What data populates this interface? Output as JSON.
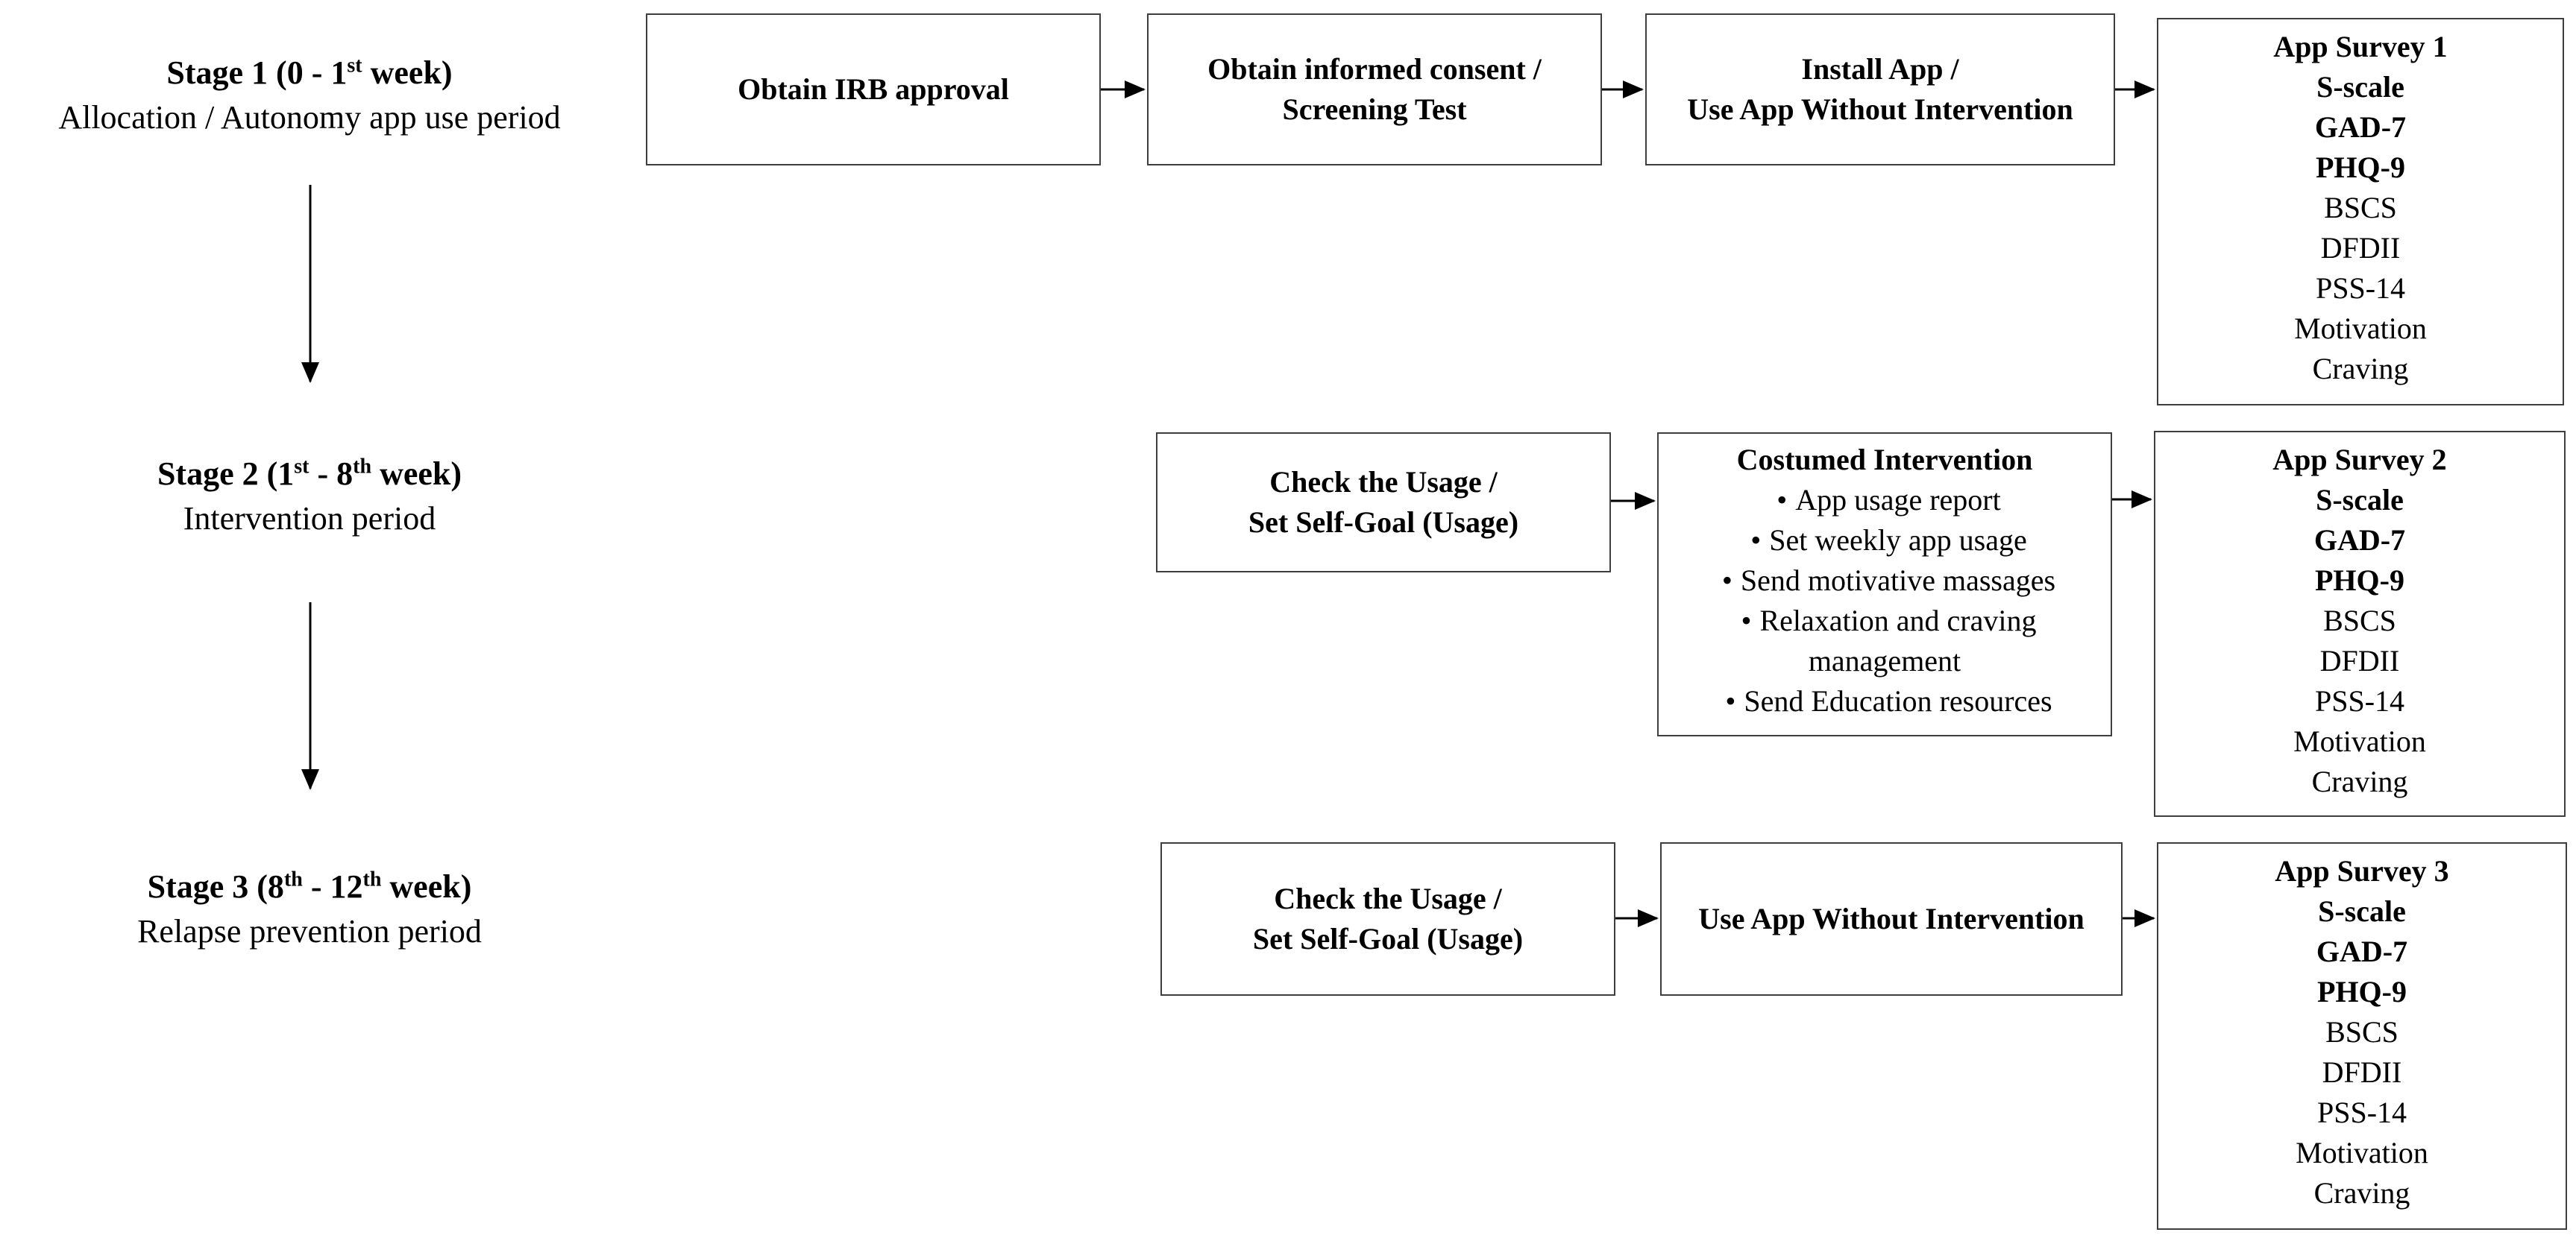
{
  "stages": [
    {
      "title_pre": "Stage 1 (0 - 1",
      "title_sup": "st",
      "title_post": " week)",
      "subtitle": "Allocation / Autonomy app use period"
    },
    {
      "title_pre": "Stage 2 (1",
      "title_sup": "st",
      "title_mid": " - 8",
      "title_sup2": "th",
      "title_post": " week)",
      "subtitle": "Intervention period"
    },
    {
      "title_pre": "Stage 3 (8",
      "title_sup": "th",
      "title_mid": " - 12",
      "title_sup2": "th",
      "title_post": " week)",
      "subtitle": "Relapse prevention period"
    }
  ],
  "row1": {
    "irb": "Obtain IRB approval",
    "consent_line1": "Obtain informed consent /",
    "consent_line2": "Screening Test",
    "install_line1": "Install App /",
    "install_line2": "Use App Without  Intervention"
  },
  "row2": {
    "check_line1": "Check the Usage /",
    "check_line2": "Set Self-Goal (Usage)",
    "intervention_title": "Costumed Intervention",
    "intervention_items": [
      "App usage report",
      "Set weekly app usage",
      "Send motivative massages",
      "Relaxation and craving",
      "management",
      "Send Education resources"
    ]
  },
  "row3": {
    "check_line1": "Check the Usage /",
    "check_line2": "Set Self-Goal (Usage)",
    "use_app": "Use App Without Intervention"
  },
  "surveys": [
    {
      "title": "App Survey 1",
      "bold_items": [
        "S-scale",
        "GAD-7",
        "PHQ-9"
      ],
      "items": [
        "BSCS",
        "DFDII",
        "PSS-14",
        "Motivation",
        "Craving"
      ]
    },
    {
      "title": "App Survey 2",
      "bold_items": [
        "S-scale",
        "GAD-7",
        "PHQ-9"
      ],
      "items": [
        "BSCS",
        "DFDII",
        "PSS-14",
        "Motivation",
        "Craving"
      ]
    },
    {
      "title": "App Survey 3",
      "bold_items": [
        "S-scale",
        "GAD-7",
        "PHQ-9"
      ],
      "items": [
        "BSCS",
        "DFDII",
        "PSS-14",
        "Motivation",
        "Craving"
      ]
    }
  ]
}
